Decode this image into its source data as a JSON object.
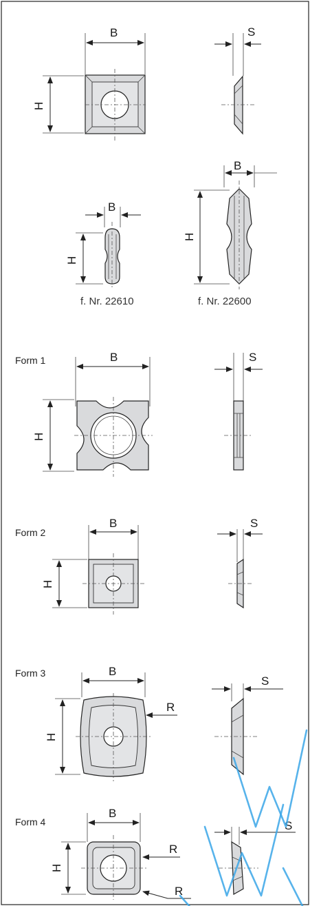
{
  "labels": {
    "b": "B",
    "h": "H",
    "s": "S",
    "r": "R"
  },
  "captions": {
    "left": "f. Nr. 22610",
    "right": "f. Nr. 22600"
  },
  "forms": [
    "Form 1",
    "Form 2",
    "Form 3",
    "Form 4"
  ],
  "colors": {
    "frame": "#222222",
    "fill": "#d9dadc",
    "watermark": "#3aa6e8"
  }
}
